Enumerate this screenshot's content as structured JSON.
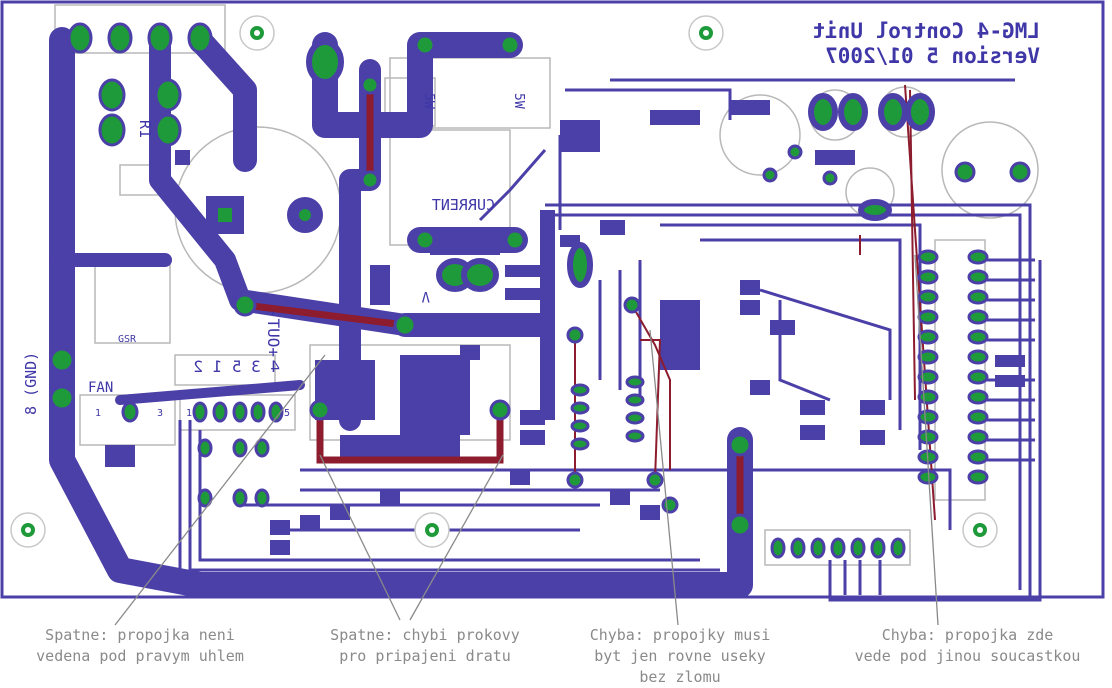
{
  "board": {
    "title_line1": "LMG-4 Control Unit",
    "title_line2": "Version 5  01/2007",
    "label_current": "CURRENT",
    "label_out": "+OUT-",
    "label_fan": "FAN",
    "label_gnd": "8 (GND)",
    "label_connector": "4 3 5 1 2",
    "label_5w_a": "5W",
    "label_5w_b": "5W",
    "label_r1": "R1",
    "label_gsr": "GSR",
    "label_cap_v": "V",
    "pin_1": "1",
    "pin_3": "3",
    "pin_fan_1": "1",
    "pin_conn_1": "1",
    "pin_conn_5": "5"
  },
  "annotations": [
    {
      "id": "note-1",
      "text": "Spatne: propojka neni\nvedena pod pravym uhlem"
    },
    {
      "id": "note-2",
      "text": "Spatne: chybi prokovy\npro pripajeni dratu"
    },
    {
      "id": "note-3",
      "text": "Chyba: propojky musi\nbyt jen rovne useky\nbez zlomu"
    },
    {
      "id": "note-4",
      "text": "Chyba: propojka zde\nvede pod jinou soucastkou"
    }
  ],
  "colors": {
    "copper": "#4b3fa8",
    "pad": "#1f9a3a",
    "jumper": "#8c1c2e",
    "silk_outline": "#b8b8b8",
    "annotation": "#8a8a8a"
  }
}
